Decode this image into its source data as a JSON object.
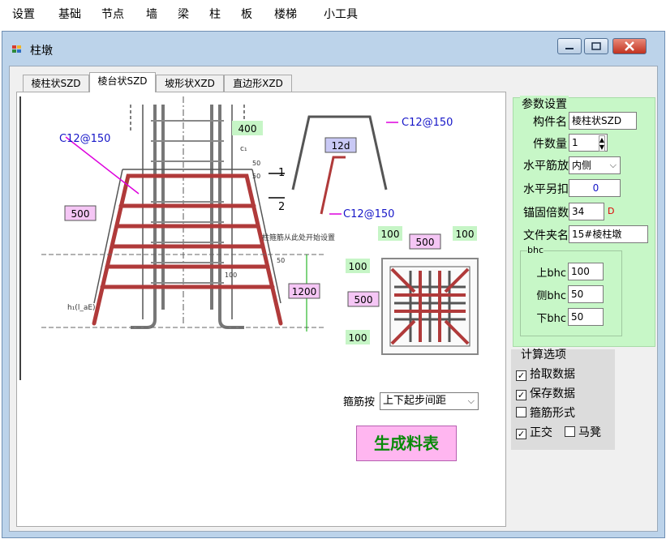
{
  "menu": [
    "设置",
    "基础",
    "节点",
    "墙",
    "梁",
    "柱",
    "板",
    "楼梯",
    "小工具"
  ],
  "window": {
    "title": "柱墩"
  },
  "tabs": [
    "棱柱状SZD",
    "棱台状SZD",
    "坡形状XZD",
    "直边形XZD"
  ],
  "active_tab": 1,
  "drawing": {
    "rebar_top_right": "C12@150",
    "rebar_top_left": "C12@150",
    "rebar_mid_right": "C12@150",
    "dim_400": "400",
    "dim_12d": "12d",
    "dim_500_left": "500",
    "dim_1200": "1200",
    "dim_100_top_left": "100",
    "dim_500_top": "500",
    "dim_100_top_right": "100",
    "dim_100_side": "100",
    "dim_500_side": "500",
    "dim_100_bottom": "100",
    "section_mark_1": "1",
    "section_mark_2": "2",
    "column_note": "柱箍筋从此处开始设置",
    "dim_50_a": "50",
    "dim_50_b": "50",
    "dim_50_c": "50",
    "dim_100_c": "100",
    "c1_label": "c₁",
    "lae_label": "h₁(l_aE)"
  },
  "stirrup": {
    "label": "箍筋按",
    "value": "上下起步间距"
  },
  "generate_button": "生成料表",
  "params": {
    "title": "参数设置",
    "component_name_label": "构件名",
    "component_name": "棱柱状SZD",
    "count_label": "件数量",
    "count": "1",
    "horizontal_label": "水平筋放",
    "horizontal": "内侧",
    "extra_label": "水平另扣",
    "extra": "0",
    "anchor_label": "锚固倍数",
    "anchor": "34",
    "anchor_unit": "D",
    "folder_label": "文件夹名",
    "folder": "15#棱柱墩",
    "bhc_title": "bhc",
    "top_bhc_label": "上bhc",
    "top_bhc": "100",
    "side_bhc_label": "侧bhc",
    "side_bhc": "50",
    "bottom_bhc_label": "下bhc",
    "bottom_bhc": "50"
  },
  "calc": {
    "title": "计算选项",
    "pick": {
      "label": "拾取数据",
      "checked": true
    },
    "save": {
      "label": "保存数据",
      "checked": true
    },
    "stirrup_form": {
      "label": "箍筋形式",
      "checked": false
    },
    "orthogonal": {
      "label": "正交",
      "checked": true
    },
    "horse": {
      "label": "马凳",
      "checked": false
    }
  },
  "colors": {
    "rebar": "#b03a3a",
    "dim_green": "#c6f5c6",
    "dim_pink": "#f5c6f5",
    "dim_blue": "#c9c9f5",
    "panel_green": "#c7f7c7",
    "button_pink": "#ffb6f0"
  }
}
